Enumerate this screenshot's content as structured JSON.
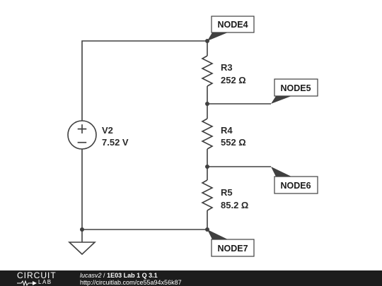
{
  "components": {
    "v2": {
      "name": "V2",
      "value": "7.52 V"
    },
    "r3": {
      "name": "R3",
      "value": "252 Ω"
    },
    "r4": {
      "name": "R4",
      "value": "552 Ω"
    },
    "r5": {
      "name": "R5",
      "value": "85.2 Ω"
    }
  },
  "nodes": {
    "node4": "NODE4",
    "node5": "NODE5",
    "node6": "NODE6",
    "node7": "NODE7"
  },
  "symbols": {
    "source_plus": "+",
    "source_minus": "−"
  },
  "footer": {
    "logo_top": "CIRCUIT",
    "logo_bottom": "LAB",
    "author": "lucasv2",
    "separator": "/",
    "title": "1E03 Lab 1 Q 3.1",
    "url": "http://circuitlab.com/ce55a94x56k87"
  },
  "colors": {
    "wire": "#404040",
    "node_tag": "#404040",
    "footer_bg": "#1d1d1d"
  }
}
